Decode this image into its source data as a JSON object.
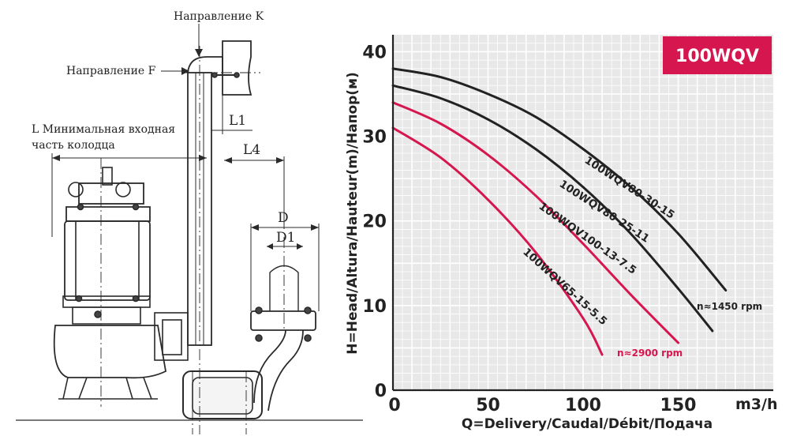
{
  "drawing": {
    "labels": {
      "direction_k": "Направление K",
      "direction_f": "Направление F",
      "l_min_line1": "L Минимальная входная",
      "l_min_line2": "часть колодца",
      "l1": "L1",
      "l4": "L4",
      "d": "D",
      "d1": "D1"
    }
  },
  "chart_data": {
    "type": "line",
    "badge": "100WQV",
    "xlabel": "Q=Delivery/Caudal/Débit/Подача",
    "ylabel": "H=Head/Altura/Hauteur(m)/Напор(м)",
    "x_unit": "m3/h",
    "xlim": [
      0,
      200
    ],
    "ylim": [
      0,
      42
    ],
    "x_ticks": [
      0,
      50,
      100,
      150
    ],
    "y_ticks": [
      0,
      10,
      20,
      30,
      40
    ],
    "grid": true,
    "speed_labels": {
      "n1450": "n≈1450 rpm",
      "n2900": "n≈2900 rpm"
    },
    "colors": {
      "black_series": "#222222",
      "red_series": "#d6174f",
      "badge": "#d6174f",
      "plot_bg": "#e8e8e8"
    },
    "series": [
      {
        "name": "100WQV80-30-15",
        "color": "#222222",
        "x": [
          0,
          25,
          50,
          75,
          100,
          125,
          150,
          175
        ],
        "y": [
          38,
          37,
          35,
          32.3,
          28.5,
          24,
          18.5,
          11.8
        ]
      },
      {
        "name": "100WQV80-25-11",
        "color": "#222222",
        "x": [
          0,
          25,
          50,
          75,
          100,
          125,
          150,
          168
        ],
        "y": [
          36,
          34.5,
          32,
          28.5,
          24,
          18.5,
          12,
          7
        ]
      },
      {
        "name": "100WQV100-13-7.5",
        "color": "#d6174f",
        "x": [
          0,
          25,
          50,
          75,
          100,
          125,
          150
        ],
        "y": [
          34,
          31.5,
          27.8,
          23,
          17.3,
          11.3,
          5.6
        ]
      },
      {
        "name": "100WQV65-15-5.5",
        "color": "#d6174f",
        "x": [
          0,
          25,
          50,
          75,
          100,
          110
        ],
        "y": [
          31,
          27.5,
          22.5,
          16.3,
          8.5,
          4.2
        ]
      }
    ]
  }
}
